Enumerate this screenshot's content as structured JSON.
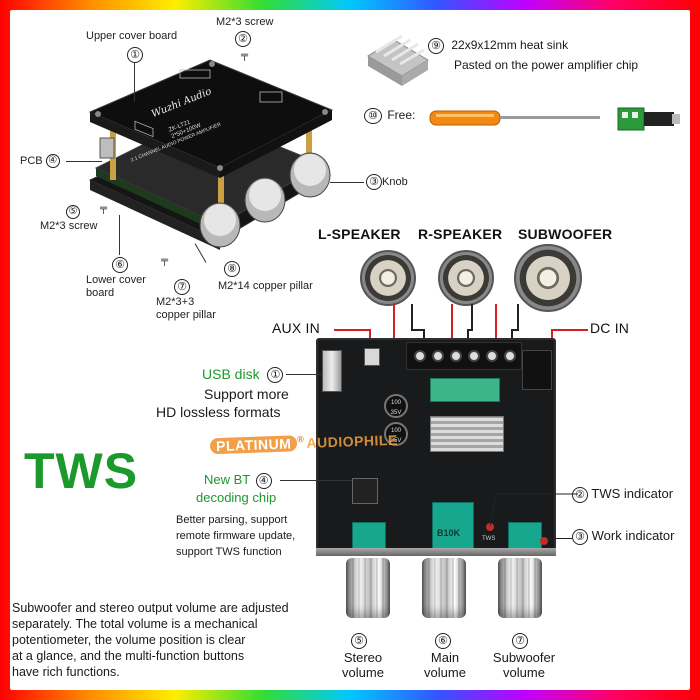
{
  "callouts": {
    "upper_cover": {
      "num": "①",
      "text": "Upper cover board"
    },
    "m2_3_screw_top": {
      "num": "②",
      "text": "M2*3 screw"
    },
    "knob": {
      "num": "③",
      "text": "Knob"
    },
    "pcb": {
      "num": "④",
      "text": "PCB"
    },
    "m2_3_screw_left": {
      "num": "⑤",
      "text": "M2*3 screw"
    },
    "lower_cover": {
      "num": "⑥",
      "text": "Lower cover board"
    },
    "copper_pillar_3": {
      "num": "⑦",
      "text": "M2*3+3 copper pillar"
    },
    "copper_pillar_14": {
      "num": "⑧",
      "text": "M2*14 copper pillar"
    },
    "heat_sink": {
      "num": "⑨",
      "text": "22x9x12mm heat sink",
      "sub": "Pasted on the power amplifier chip"
    },
    "free": {
      "num": "⑩",
      "text": "Free:"
    }
  },
  "board_label": {
    "brand": "Wuzhi Audio",
    "model": "ZK-LT21",
    "spec1": "2*50+100W",
    "spec2": "2.1 CHANNEL AUDIO POWER AMPLIFIER"
  },
  "speakers": {
    "left": "L-SPEAKER",
    "right": "R-SPEAKER",
    "sub": "SUBWOOFER"
  },
  "inputs": {
    "aux": "AUX IN",
    "dc": "DC IN"
  },
  "features": {
    "usb": {
      "num": "①",
      "title": "USB disk",
      "line1": "Support more",
      "line2": "HD lossless formats"
    },
    "tws_indicator": {
      "num": "②",
      "text": "TWS indicator"
    },
    "work_indicator": {
      "num": "③",
      "text": "Work indicator"
    },
    "bt": {
      "num": "④",
      "title1": "New BT",
      "title2": "decoding chip",
      "desc1": "Better parsing, support",
      "desc2": "remote firmware update,",
      "desc3": "support TWS function"
    }
  },
  "tws": "TWS",
  "watermark": {
    "text": "PLATINUM",
    "reg": "®",
    "suffix": "AUDIOPHILE"
  },
  "pcb_marks": {
    "cap1": "100 35V",
    "cap2": "100 35V",
    "pot": "B10K",
    "tws": "TWS"
  },
  "volumes": {
    "stereo": {
      "num": "⑤",
      "line1": "Stereo",
      "line2": "volume"
    },
    "main": {
      "num": "⑥",
      "line1": "Main",
      "line2": "volume"
    },
    "subwoofer": {
      "num": "⑦",
      "line1": "Subwoofer",
      "line2": "volume"
    }
  },
  "description": {
    "line1": "Subwoofer and stereo output volume are adjusted",
    "line2": "separately. The total volume is a mechanical",
    "line3": "potentiometer, the volume position is clear",
    "line4": "at a glance, and the multi-function buttons",
    "line5": "have rich functions."
  },
  "colors": {
    "green": "#1b9a2b",
    "wire_red": "#d42020",
    "pot_teal": "#17a78e",
    "watermark_blue": "#2a54c8"
  }
}
